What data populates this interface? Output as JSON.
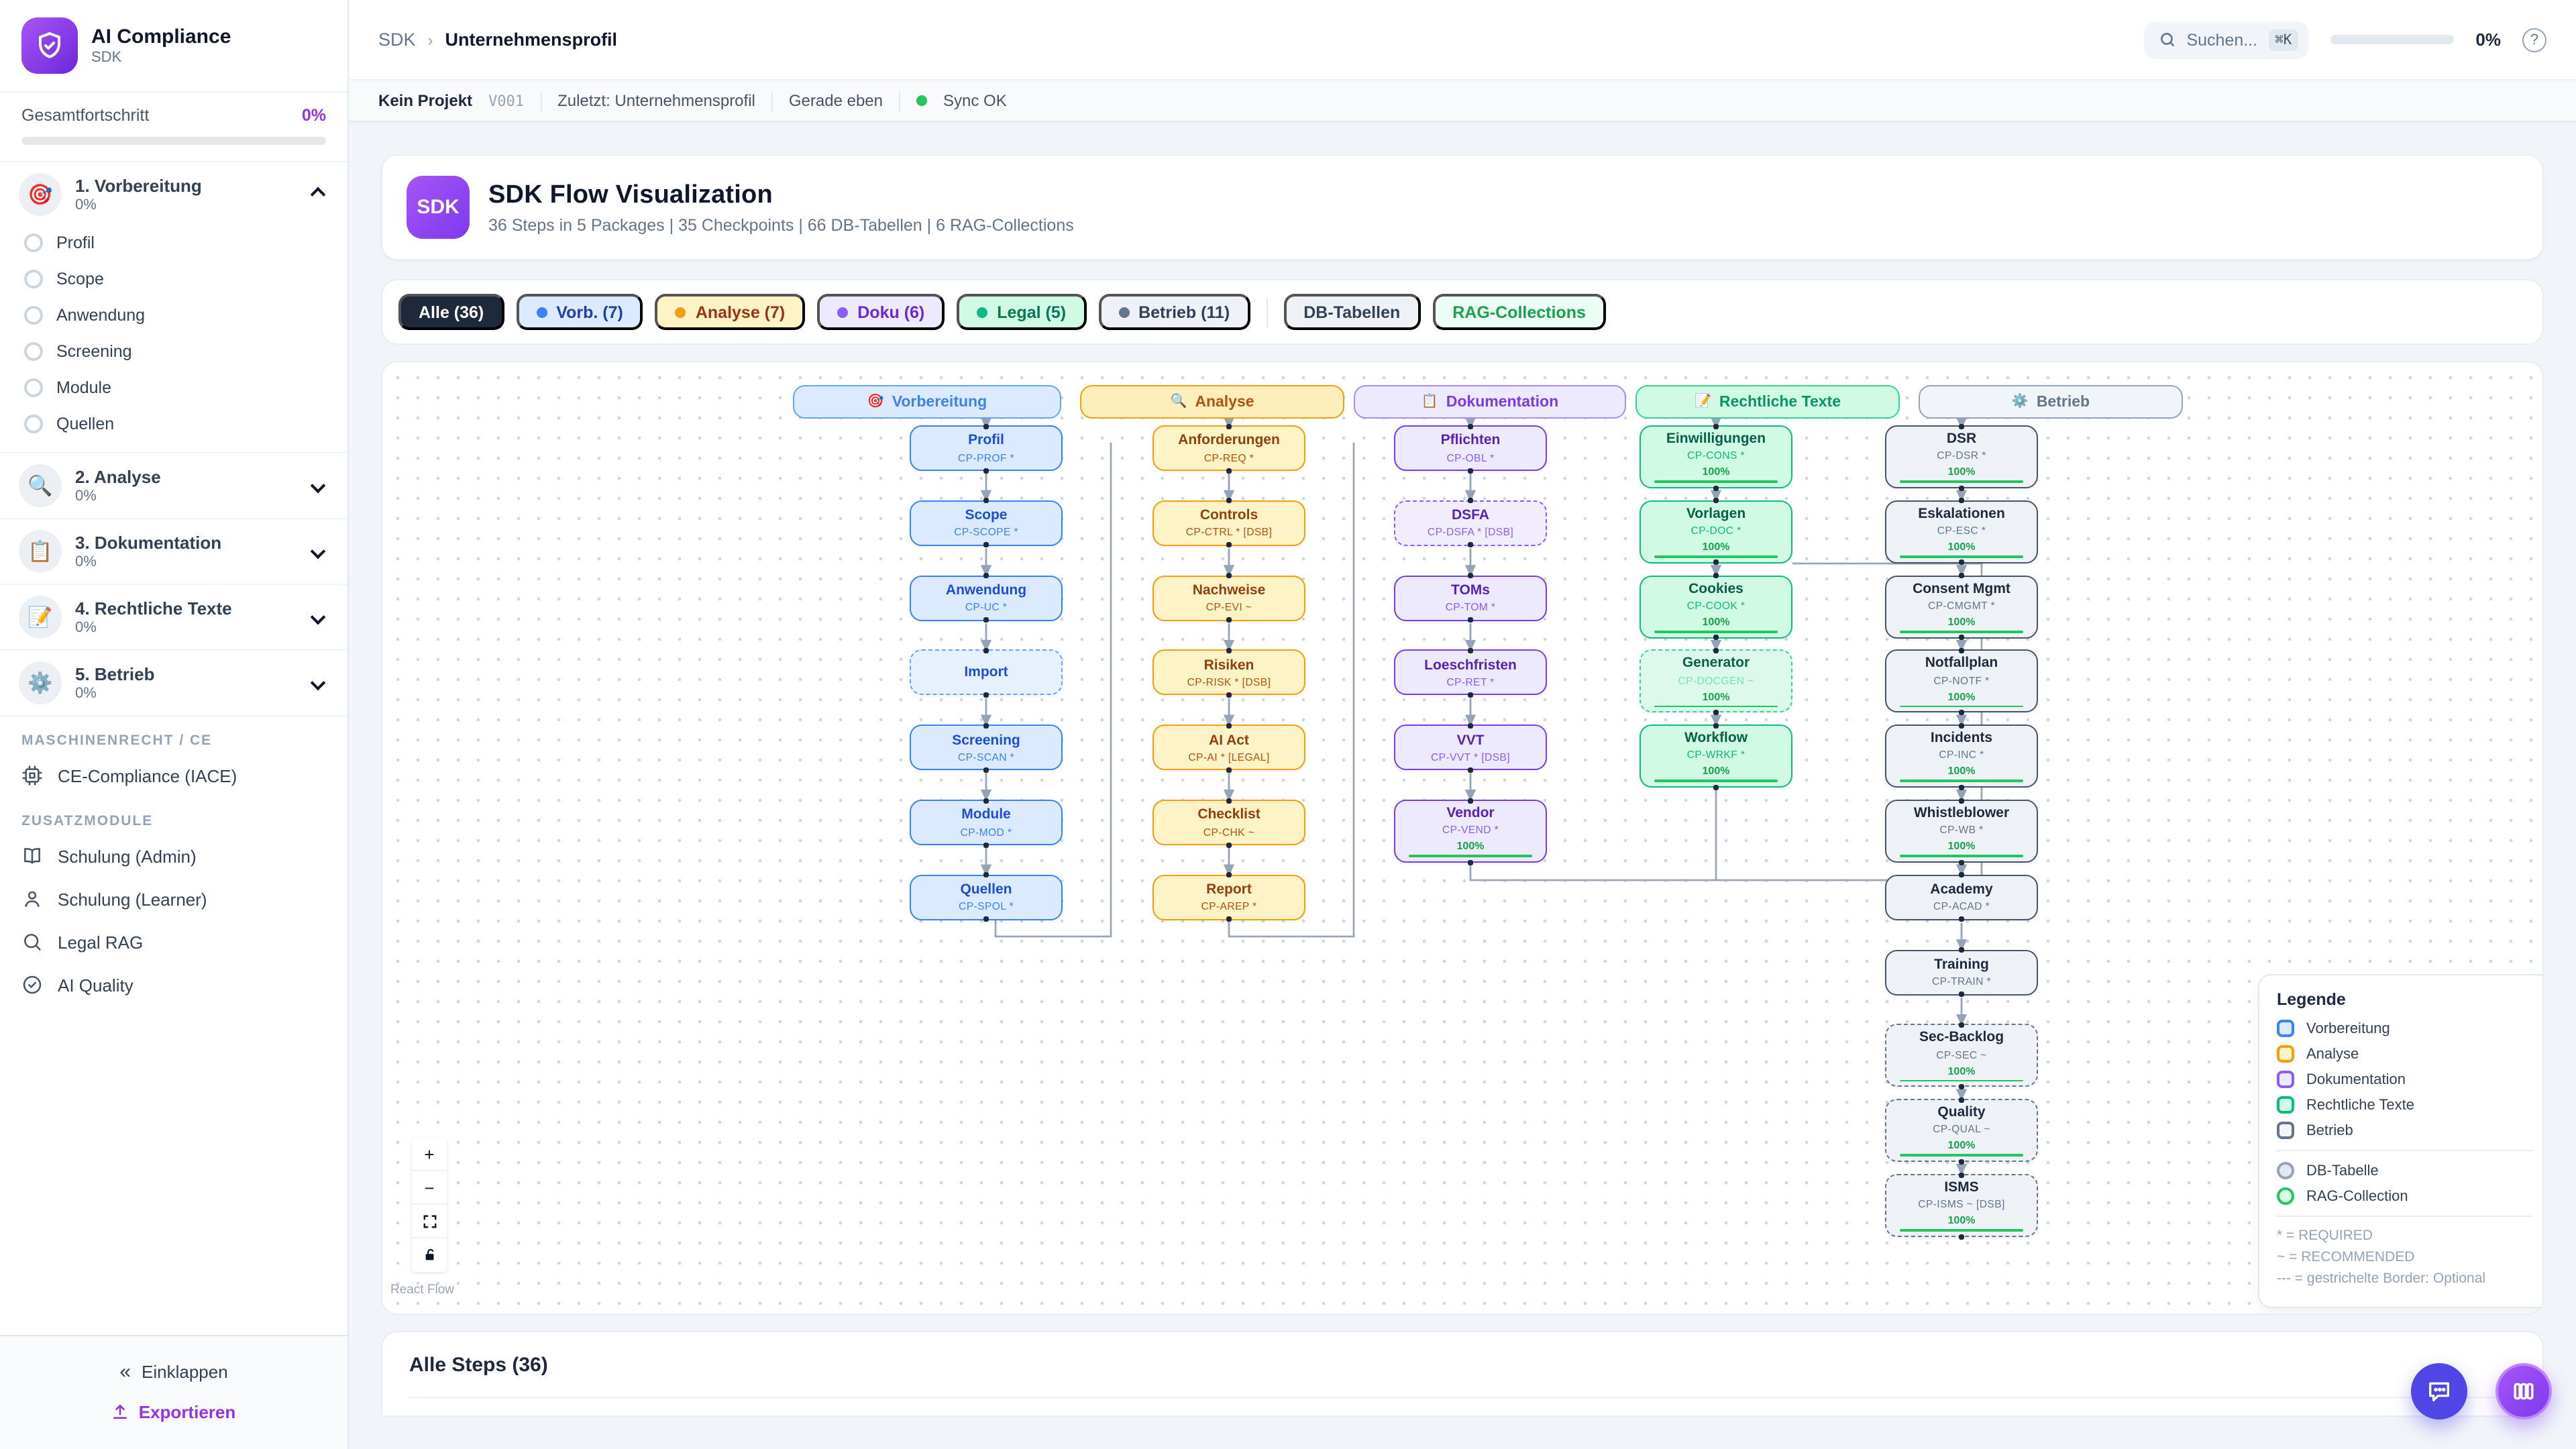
{
  "app": {
    "name": "AI Compliance",
    "subtitle": "SDK"
  },
  "sidebar": {
    "progress_label": "Gesamtfortschritt",
    "progress_value": "0%",
    "sections": [
      {
        "emoji": "🎯",
        "label": "1. Vorbereitung",
        "percent": "0%",
        "expanded": true,
        "items": [
          "Profil",
          "Scope",
          "Anwendung",
          "Screening",
          "Module",
          "Quellen"
        ]
      },
      {
        "emoji": "🔍",
        "label": "2. Analyse",
        "percent": "0%",
        "expanded": false,
        "items": []
      },
      {
        "emoji": "📋",
        "label": "3. Dokumentation",
        "percent": "0%",
        "expanded": false,
        "items": []
      },
      {
        "emoji": "📝",
        "label": "4. Rechtliche Texte",
        "percent": "0%",
        "expanded": false,
        "items": []
      },
      {
        "emoji": "⚙️",
        "label": "5. Betrieb",
        "percent": "0%",
        "expanded": false,
        "items": []
      }
    ],
    "groups": [
      {
        "title": "MASCHINENRECHT / CE",
        "items": [
          {
            "icon": "cpu-icon",
            "label": "CE-Compliance (IACE)"
          }
        ]
      },
      {
        "title": "ZUSATZMODULE",
        "items": [
          {
            "icon": "book-icon",
            "label": "Schulung (Admin)"
          },
          {
            "icon": "user-icon",
            "label": "Schulung (Learner)"
          },
          {
            "icon": "search-icon",
            "label": "Legal RAG"
          },
          {
            "icon": "check-circle-icon",
            "label": "AI Quality"
          }
        ]
      }
    ],
    "footer": {
      "collapse": "Einklappen",
      "export": "Exportieren"
    }
  },
  "header": {
    "breadcrumb": [
      "SDK",
      "Unternehmensprofil"
    ],
    "search_placeholder": "Suchen...",
    "search_kbd": "⌘K",
    "progress": "0%"
  },
  "statusbar": {
    "project": "Kein Projekt",
    "version": "V001",
    "last": "Zuletzt: Unternehmensprofil",
    "time": "Gerade eben",
    "sync": "Sync OK"
  },
  "hero": {
    "badge": "SDK",
    "title": "SDK Flow Visualization",
    "subtitle": "36 Steps in 5 Packages | 35 Checkpoints | 66 DB-Tabellen | 6 RAG-Collections"
  },
  "filters": [
    {
      "label": "Alle (36)",
      "style": "all"
    },
    {
      "label": "Vorb. (7)",
      "style": "vorb",
      "dot": "#3b82f6"
    },
    {
      "label": "Analyse (7)",
      "style": "analyse",
      "dot": "#f59e0b"
    },
    {
      "label": "Doku (6)",
      "style": "doku",
      "dot": "#8b5cf6"
    },
    {
      "label": "Legal (5)",
      "style": "legal",
      "dot": "#10b981"
    },
    {
      "label": "Betrieb (11)",
      "style": "betrieb",
      "dot": "#64748b"
    },
    {
      "label": "DB-Tabellen",
      "style": "db"
    },
    {
      "label": "RAG-Collections",
      "style": "rag"
    }
  ],
  "flow": {
    "packages": [
      {
        "id": "vorbereitung",
        "emoji": "🎯",
        "label": "Vorbereitung",
        "color": "blue",
        "nodes": [
          {
            "title": "Profil",
            "code": "CP-PROF *"
          },
          {
            "title": "Scope",
            "code": "CP-SCOPE *"
          },
          {
            "title": "Anwendung",
            "code": "CP-UC *"
          },
          {
            "title": "Import",
            "code": "",
            "dashed": true
          },
          {
            "title": "Screening",
            "code": "CP-SCAN *"
          },
          {
            "title": "Module",
            "code": "CP-MOD *"
          },
          {
            "title": "Quellen",
            "code": "CP-SPOL *"
          }
        ]
      },
      {
        "id": "analyse",
        "emoji": "🔍",
        "label": "Analyse",
        "color": "amber",
        "nodes": [
          {
            "title": "Anforderungen",
            "code": "CP-REQ *"
          },
          {
            "title": "Controls",
            "code": "CP-CTRL * [DSB]"
          },
          {
            "title": "Nachweise",
            "code": "CP-EVI ~"
          },
          {
            "title": "Risiken",
            "code": "CP-RISK * [DSB]"
          },
          {
            "title": "AI Act",
            "code": "CP-AI * [LEGAL]"
          },
          {
            "title": "Checklist",
            "code": "CP-CHK ~"
          },
          {
            "title": "Report",
            "code": "CP-AREP *"
          }
        ]
      },
      {
        "id": "dokumentation",
        "emoji": "📋",
        "label": "Dokumentation",
        "color": "purple",
        "nodes": [
          {
            "title": "Pflichten",
            "code": "CP-OBL *"
          },
          {
            "title": "DSFA",
            "code": "CP-DSFA * [DSB]",
            "dashed": true
          },
          {
            "title": "TOMs",
            "code": "CP-TOM *"
          },
          {
            "title": "Loeschfristen",
            "code": "CP-RET *"
          },
          {
            "title": "VVT",
            "code": "CP-VVT * [DSB]"
          },
          {
            "title": "Vendor",
            "code": "CP-VEND *",
            "progress": "100%"
          }
        ]
      },
      {
        "id": "rechtliche-texte",
        "emoji": "📝",
        "label": "Rechtliche Texte",
        "color": "green",
        "nodes": [
          {
            "title": "Einwilligungen",
            "code": "CP-CONS *",
            "progress": "100%"
          },
          {
            "title": "Vorlagen",
            "code": "CP-DOC *",
            "progress": "100%"
          },
          {
            "title": "Cookies",
            "code": "CP-COOK *",
            "progress": "100%"
          },
          {
            "title": "Generator",
            "code": "CP-DOCGEN ~",
            "progress": "100%",
            "dashed": true
          },
          {
            "title": "Workflow",
            "code": "CP-WRKF *",
            "progress": "100%"
          }
        ]
      },
      {
        "id": "betrieb",
        "emoji": "⚙️",
        "label": "Betrieb",
        "color": "slate",
        "nodes": [
          {
            "title": "DSR",
            "code": "CP-DSR *",
            "progress": "100%"
          },
          {
            "title": "Eskalationen",
            "code": "CP-ESC *",
            "progress": "100%"
          },
          {
            "title": "Consent Mgmt",
            "code": "CP-CMGMT *",
            "progress": "100%"
          },
          {
            "title": "Notfallplan",
            "code": "CP-NOTF *",
            "progress": "100%"
          },
          {
            "title": "Incidents",
            "code": "CP-INC *",
            "progress": "100%"
          },
          {
            "title": "Whistleblower",
            "code": "CP-WB *",
            "progress": "100%"
          },
          {
            "title": "Academy",
            "code": "CP-ACAD *"
          },
          {
            "title": "Training",
            "code": "CP-TRAIN *"
          },
          {
            "title": "Sec-Backlog",
            "code": "CP-SEC ~",
            "progress": "100%",
            "dashed": true
          },
          {
            "title": "Quality",
            "code": "CP-QUAL ~",
            "progress": "100%",
            "dashed": true
          },
          {
            "title": "ISMS",
            "code": "CP-ISMS ~ [DSB]",
            "progress": "100%",
            "dashed": true
          }
        ]
      }
    ],
    "attribution": "React Flow"
  },
  "legend": {
    "title": "Legende",
    "packages": [
      {
        "label": "Vorbereitung",
        "color": "blue"
      },
      {
        "label": "Analyse",
        "color": "amber"
      },
      {
        "label": "Dokumentation",
        "color": "purple"
      },
      {
        "label": "Rechtliche Texte",
        "color": "green"
      },
      {
        "label": "Betrieb",
        "color": "slate"
      }
    ],
    "shapes": [
      {
        "label": "DB-Tabelle",
        "color": "slate"
      },
      {
        "label": "RAG-Collection",
        "color": "green"
      }
    ],
    "notes": [
      "* = REQUIRED",
      "~ = RECOMMENDED",
      "--- = gestrichelte Border: Optional"
    ]
  },
  "bottom": {
    "title": "Alle Steps (36)"
  },
  "colors": {
    "accent": "#7c3aed",
    "sidebar_progress": "#9333ea",
    "sync_ok": "#22c55e",
    "progress_bar": "#22c55e",
    "progress_text": "#16a34a",
    "package_blue": "#3b82f6",
    "package_amber": "#f59e0b",
    "package_purple": "#7c3aed",
    "package_green": "#10b981",
    "package_slate": "#64748b",
    "edge": "#94a3b8"
  }
}
